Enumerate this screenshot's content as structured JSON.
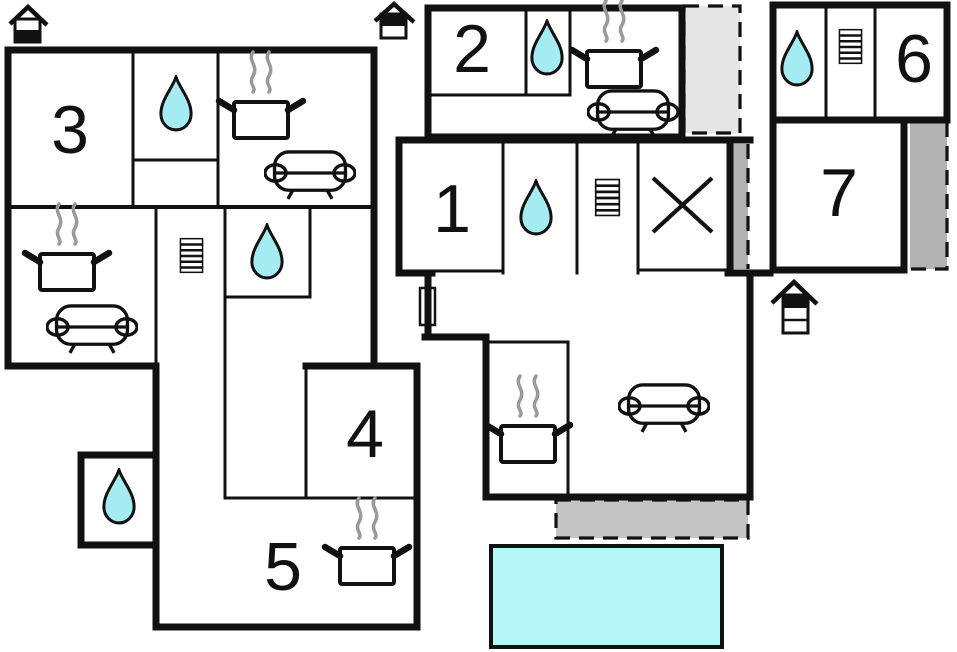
{
  "rooms": [
    {
      "label": "1"
    },
    {
      "label": "2"
    },
    {
      "label": "3"
    },
    {
      "label": "4"
    },
    {
      "label": "5"
    },
    {
      "label": "6"
    },
    {
      "label": "7"
    }
  ],
  "icons": [
    {
      "name": "entrance-arrow-icon",
      "location": "top-left"
    },
    {
      "name": "entrance-arrow-icon",
      "location": "top-center"
    },
    {
      "name": "entrance-arrow-icon",
      "location": "below-right-building"
    },
    {
      "name": "water-drop-icon",
      "location": "left-building-upper-bath"
    },
    {
      "name": "water-drop-icon",
      "location": "left-building-middle-bath"
    },
    {
      "name": "water-drop-icon",
      "location": "left-building-lower-bath"
    },
    {
      "name": "water-drop-icon",
      "location": "middle-building-room2-bath"
    },
    {
      "name": "water-drop-icon",
      "location": "middle-building-room1-bath"
    },
    {
      "name": "water-drop-icon",
      "location": "right-building-bath"
    },
    {
      "name": "cooking-pot-icon",
      "location": "left-building-upper-kitchen"
    },
    {
      "name": "cooking-pot-icon",
      "location": "left-building-middle-kitchen"
    },
    {
      "name": "cooking-pot-icon",
      "location": "room-5-kitchen"
    },
    {
      "name": "cooking-pot-icon",
      "location": "middle-building-upper-kitchen"
    },
    {
      "name": "cooking-pot-icon",
      "location": "middle-building-lower-kitchen"
    },
    {
      "name": "sofa-icon",
      "location": "left-building-upper-living"
    },
    {
      "name": "sofa-icon",
      "location": "left-building-middle-living"
    },
    {
      "name": "sofa-icon",
      "location": "middle-building-upper-living"
    },
    {
      "name": "sofa-icon",
      "location": "middle-building-lower-living"
    },
    {
      "name": "stairs-icon",
      "location": "left-building-hallway"
    },
    {
      "name": "stairs-icon",
      "location": "middle-building-hallway"
    },
    {
      "name": "stairs-icon",
      "location": "right-building"
    },
    {
      "name": "cross-icon",
      "location": "middle-building-storage-room"
    },
    {
      "name": "swimming-pool",
      "location": "bottom-center"
    }
  ],
  "colors": {
    "wall": "#111111",
    "water_drop_fill": "#a5ecf2",
    "pool_fill": "#b7f6f6",
    "terrace_light": "#e6e6e6",
    "terrace_mid": "#c4c4c4",
    "terrace_dark": "#b3b3b3",
    "steam": "#999999"
  }
}
